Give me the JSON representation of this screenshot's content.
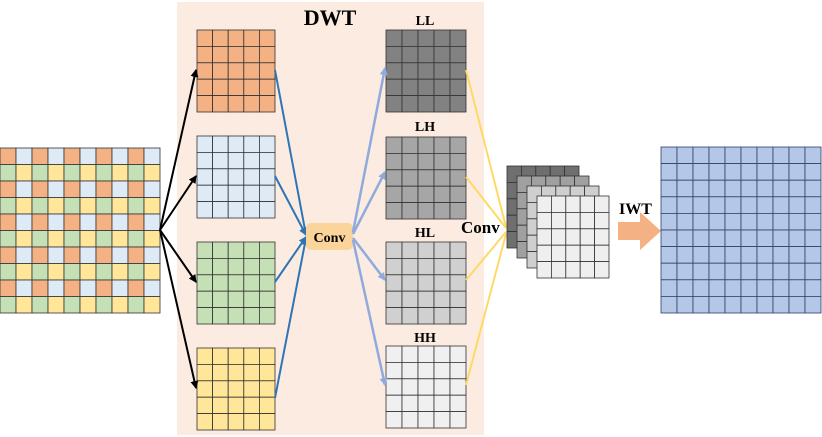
{
  "dwt_title": "DWT",
  "conv_label": "Conv",
  "conv2_label": "Conv",
  "iwt_label": "IWT",
  "subbands": [
    {
      "name": "LL",
      "fill": "#828282"
    },
    {
      "name": "LH",
      "fill": "#a6a6a6"
    },
    {
      "name": "HL",
      "fill": "#d0d0d0"
    },
    {
      "name": "HH",
      "fill": "#f0f0f0"
    }
  ],
  "colors": {
    "dwt_bg": "#fbebe1",
    "orange": "#f4b183",
    "blue_light": "#deebf7",
    "green": "#c5e0b4",
    "yellow": "#ffe699",
    "output": "#b4c7e7",
    "arrow_black": "#000000",
    "arrow_blue": "#2e75b6",
    "arrow_lightblue": "#8faadc",
    "arrow_yellow": "#ffd966",
    "conv_box": "#fbd49b",
    "conv_text_orange": "#c55a11",
    "iwt_arrow": "#f4b183"
  }
}
